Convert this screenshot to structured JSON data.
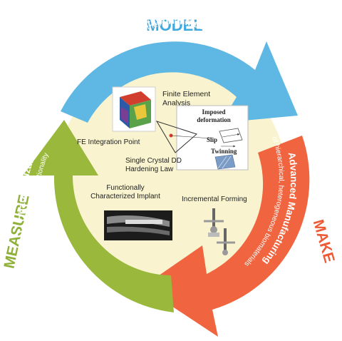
{
  "model": {
    "heading": "MODEL",
    "title": "Computational Modeling",
    "subtitle": "to drive the manufacturing process"
  },
  "make": {
    "heading": "MAKE",
    "title": "Advanced Manufacturing",
    "subtitle": "of hierarchical, heterogeneous biomaterials"
  },
  "measure": {
    "heading": "MEASURE",
    "title": "Biomaterials Characterization",
    "subtitle": "to verify highly specific functionality"
  },
  "center": {
    "fe_analysis": "Finite Element\nAnalysis",
    "imposed_deformation": "Imposed\ndeformation",
    "slip": "Slip",
    "twinning": "Twinning",
    "fe_integration_point": "FE Integration Point",
    "single_crystal": "Single Crystal DD\nHardening Law",
    "functionally_characterized": "Functionally\nCharacterized Implant",
    "incremental_forming": "Incremental Forming"
  },
  "colors": {
    "model": "#5fb8e3",
    "model_heading": "#3fa8dd",
    "make": "#f0653f",
    "make_heading": "#ec5b35",
    "measure": "#9ab83c",
    "measure_heading": "#8fb13a",
    "center": "#f9f4cf"
  }
}
